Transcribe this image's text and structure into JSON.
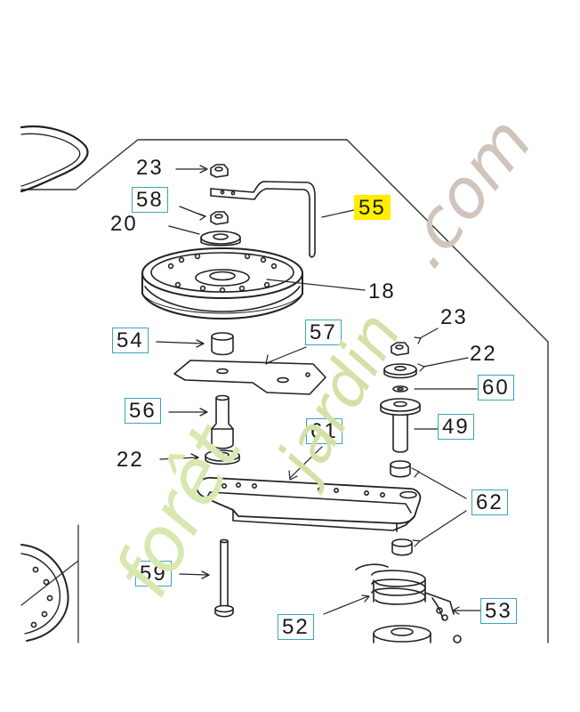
{
  "diagram": {
    "parts": [
      {
        "id": "p23a",
        "number": "23",
        "boxed": false,
        "highlighted": false
      },
      {
        "id": "p58",
        "number": "58",
        "boxed": true,
        "highlighted": false
      },
      {
        "id": "p20",
        "number": "20",
        "boxed": false,
        "highlighted": false
      },
      {
        "id": "p55",
        "number": "55",
        "boxed": false,
        "highlighted": true
      },
      {
        "id": "p18",
        "number": "18",
        "boxed": false,
        "highlighted": false
      },
      {
        "id": "p54",
        "number": "54",
        "boxed": true,
        "highlighted": false
      },
      {
        "id": "p57",
        "number": "57",
        "boxed": true,
        "highlighted": false
      },
      {
        "id": "p23b",
        "number": "23",
        "boxed": false,
        "highlighted": false
      },
      {
        "id": "p22a",
        "number": "22",
        "boxed": false,
        "highlighted": false
      },
      {
        "id": "p60",
        "number": "60",
        "boxed": true,
        "highlighted": false
      },
      {
        "id": "p56",
        "number": "56",
        "boxed": true,
        "highlighted": false
      },
      {
        "id": "p49",
        "number": "49",
        "boxed": true,
        "highlighted": false
      },
      {
        "id": "p61",
        "number": "61",
        "boxed": true,
        "highlighted": false
      },
      {
        "id": "p22b",
        "number": "22",
        "boxed": false,
        "highlighted": false
      },
      {
        "id": "p62",
        "number": "62",
        "boxed": true,
        "highlighted": false
      },
      {
        "id": "p59",
        "number": "59",
        "boxed": true,
        "highlighted": false
      },
      {
        "id": "p53",
        "number": "53",
        "boxed": true,
        "highlighted": false
      },
      {
        "id": "p52",
        "number": "52",
        "boxed": true,
        "highlighted": false
      }
    ],
    "highlight_color": "#ffee00",
    "box_color": "#3aa8b5"
  },
  "watermark": {
    "text_fore": "forêt",
    "text_jardin": "jardin",
    "text_com": ".com",
    "color_fore": "#d7e8b0",
    "color_jardin": "#d3e1a6",
    "color_com": "#cfc5bd",
    "accent_color": "#f2c9a6"
  }
}
